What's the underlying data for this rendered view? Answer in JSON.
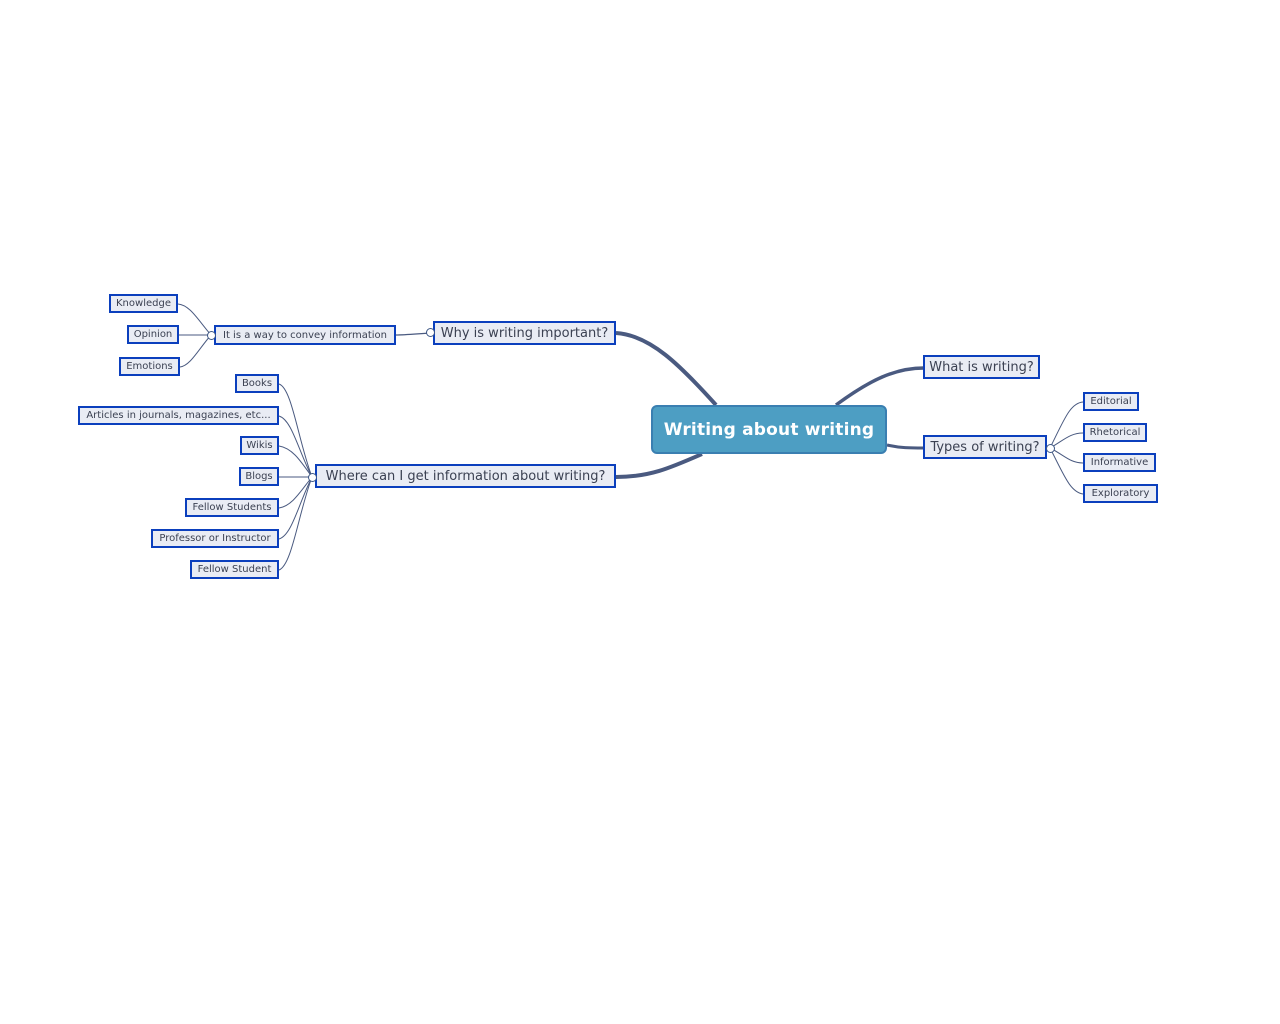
{
  "mindmap": {
    "root": "Writing about writing",
    "branches": {
      "why": {
        "label": "Why is writing important?",
        "sub": {
          "label": "It is a way to convey information",
          "children": [
            "Knowledge",
            "Opinion",
            "Emotions"
          ]
        }
      },
      "where": {
        "label": "Where can I get information about writing?",
        "children": [
          "Books",
          "Articles in journals, magazines, etc...",
          "Wikis",
          "Blogs",
          "Fellow Students",
          "Professor or Instructor",
          "Fellow Student"
        ]
      },
      "what": {
        "label": "What is writing?"
      },
      "types": {
        "label": "Types of writing?",
        "children": [
          "Editorial",
          "Rhetorical",
          "Informative",
          "Exploratory"
        ]
      }
    }
  },
  "colors": {
    "root_fill": "#4d9ec3",
    "node_fill": "#e9ecf4",
    "node_border": "#0b3fbd",
    "connector": "#4a5a80"
  }
}
